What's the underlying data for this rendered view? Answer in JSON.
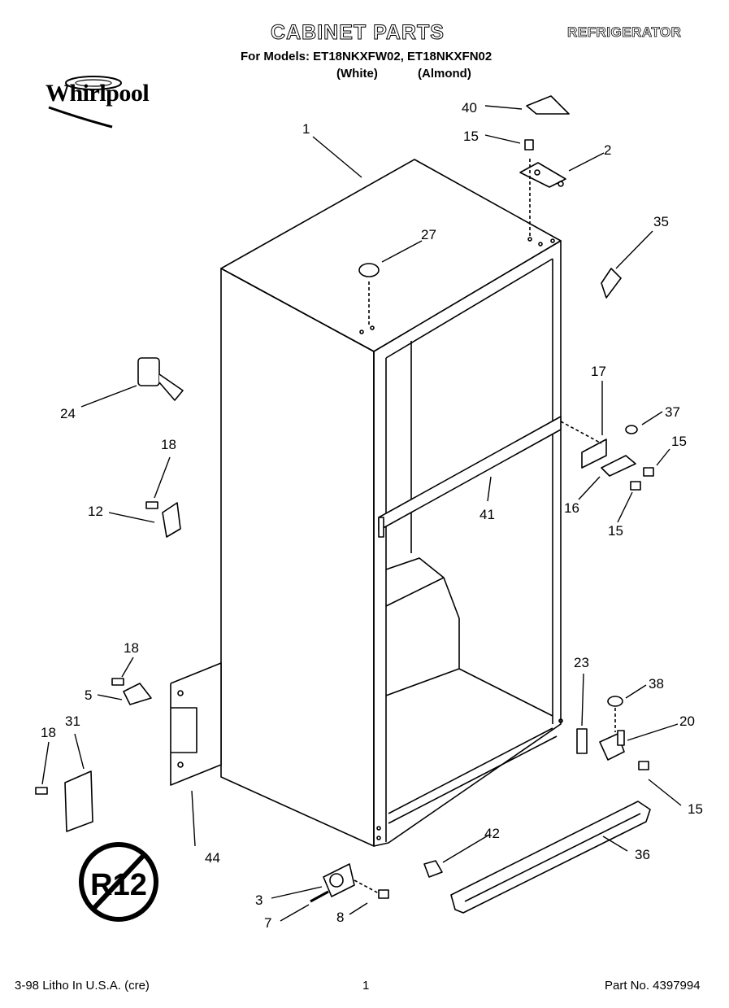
{
  "header": {
    "title": "CABINET PARTS",
    "category": "REFRIGERATOR",
    "models_line": "For Models: ET18NKXFW02, ET18NKXFN02",
    "variant_1": "(White)",
    "variant_2": "(Almond)",
    "brand": "Whirlpool"
  },
  "diagram": {
    "callouts": [
      "1",
      "2",
      "3",
      "5",
      "7",
      "8",
      "12",
      "15",
      "15",
      "15",
      "15",
      "16",
      "17",
      "18",
      "18",
      "18",
      "20",
      "23",
      "24",
      "27",
      "31",
      "35",
      "36",
      "37",
      "38",
      "40",
      "41",
      "42",
      "44"
    ],
    "r12_badge": "R12"
  },
  "footer": {
    "litho": "3-98 Litho In U.S.A. (cre)",
    "page": "1",
    "part_no": "Part No. 4397994"
  }
}
